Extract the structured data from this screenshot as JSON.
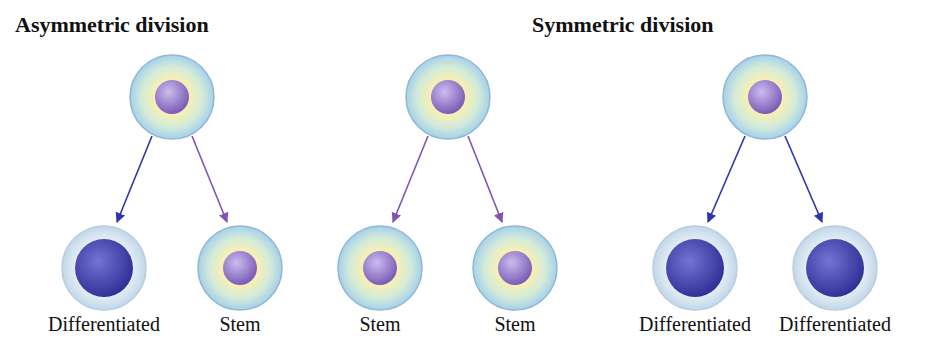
{
  "diagram": {
    "nodes": [
      {
        "text": [
          "Differentiated"
        ]
      },
      {
        "text": [
          "Stem"
        ]
      },
      {
        "text": [
          "Stem"
        ]
      },
      {
        "text": [
          "Stem"
        ]
      },
      {
        "text": [
          "Differentiated"
        ]
      },
      {
        "text": [
          "Differentiated"
        ]
      }
    ],
    "labels": [
      "Asymmetric division",
      "Symmetric division"
    ]
  }
}
